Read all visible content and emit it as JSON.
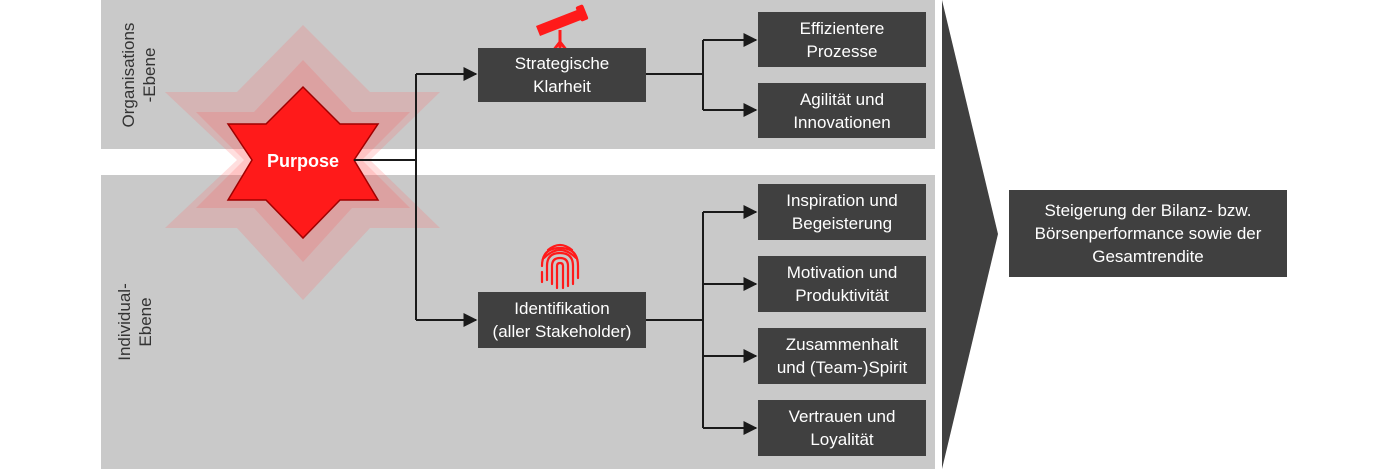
{
  "colors": {
    "panel": "#c9c9c9",
    "box": "#404040",
    "accent": "#ff1a1a",
    "connector": "#1a1a1a",
    "text_light": "#ffffff",
    "text_dark": "#333333"
  },
  "levels": {
    "organisation": "Organisations\n-Ebene",
    "individual": "Individual-\nEbene"
  },
  "center": {
    "label": "Purpose"
  },
  "drivers": {
    "strategic": "Strategische\nKlarheit",
    "identification": "Identifikation\n(aller Stakeholder)"
  },
  "effects": {
    "processes": "Effizientere\nProzesse",
    "agility": "Agilität und\nInnovationen",
    "inspiration": "Inspiration und\nBegeisterung",
    "motivation": "Motivation und\nProduktivität",
    "cohesion": "Zusammenhalt\nund (Team-)Spirit",
    "trust": "Vertrauen und\nLoyalität"
  },
  "outcome": {
    "label": "Steigerung der Bilanz- bzw.\nBörsenperformance sowie der\nGesamtrendite"
  },
  "icons": {
    "strategic": "telescope-icon",
    "identification": "fingerprint-icon",
    "center": "six-pointed-star-icon"
  }
}
